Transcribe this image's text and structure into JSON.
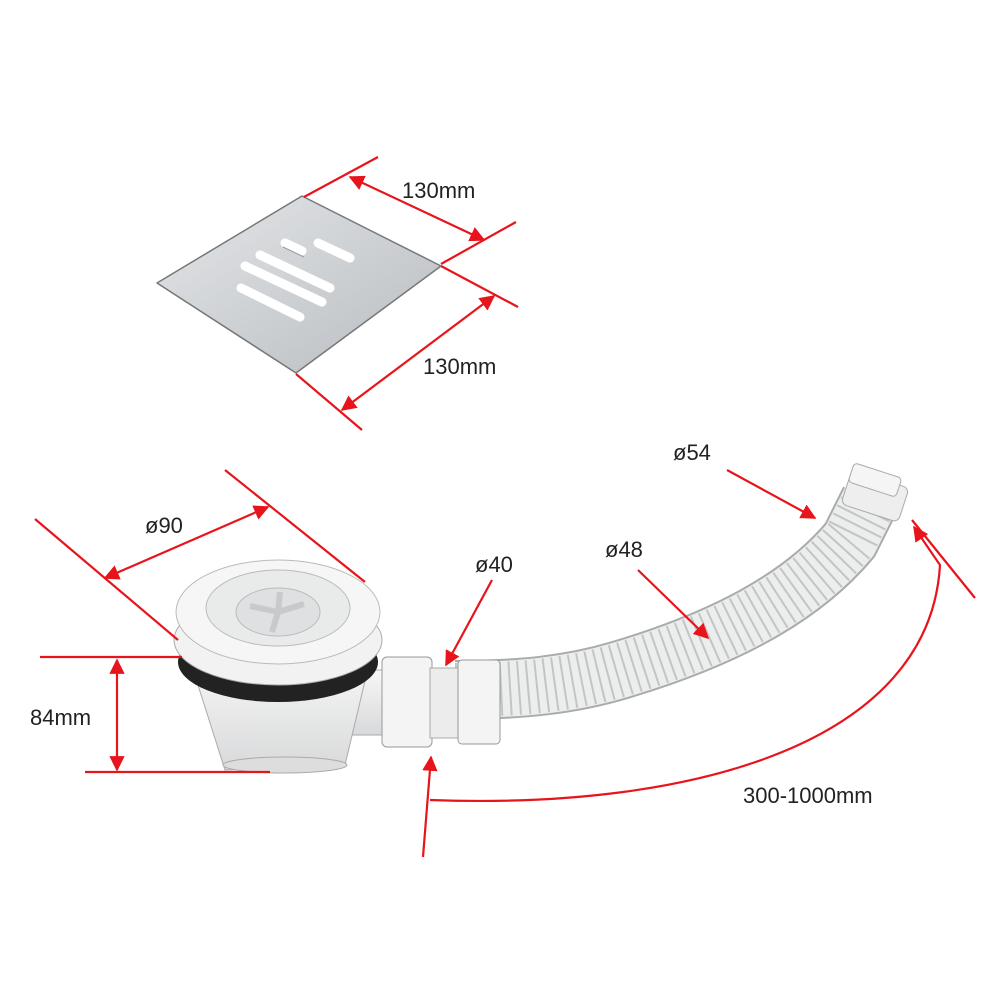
{
  "colors": {
    "dimension": "#e8141b",
    "part": "#f1f2f2",
    "grate": "#c9ccd0",
    "gasket": "#222222"
  },
  "labels": {
    "grate_width": "130mm",
    "grate_depth": "130mm",
    "outlet_diameter": "ø54",
    "flange_diameter": "ø90",
    "hose_diameter": "ø48",
    "connector_diameter": "ø40",
    "trap_height": "84mm",
    "hose_length": "300-1000mm"
  }
}
